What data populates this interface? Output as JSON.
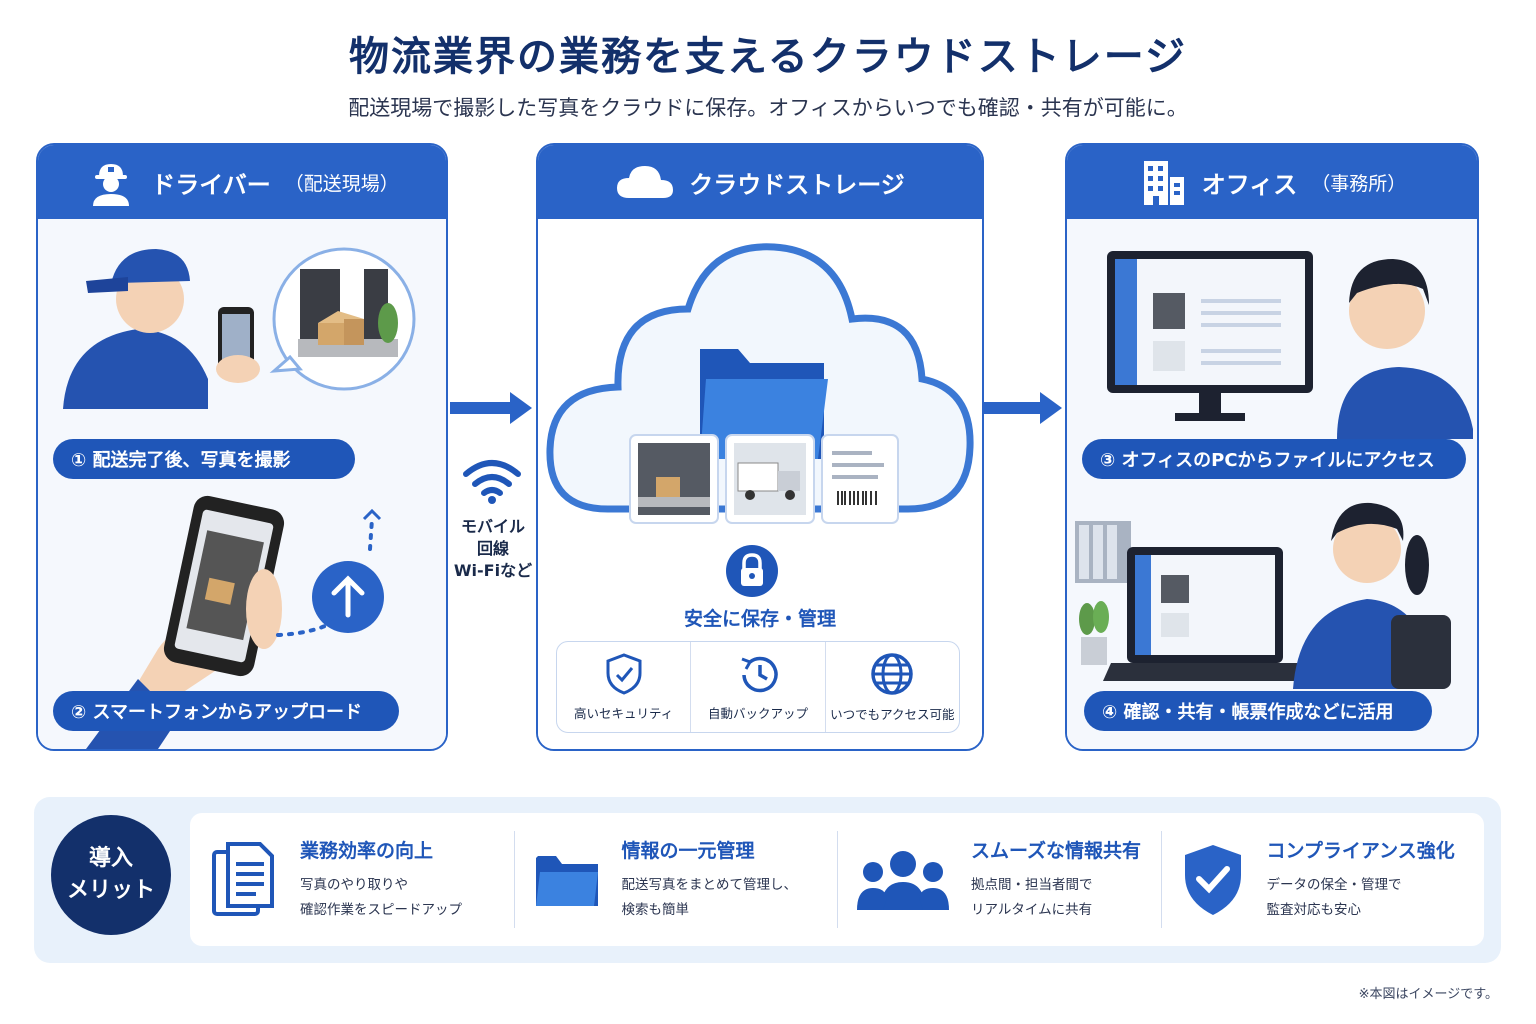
{
  "title": "物流業界の業務を支えるクラウドストレージ",
  "subtitle": "配送現場で撮影した写真をクラウドに保存。オフィスからいつでも確認・共有が可能に。",
  "panels": {
    "driver": {
      "title": "ドライバー",
      "title_sub": "（配送現場）",
      "steps": [
        "① 配送完了後、写真を撮影",
        "② スマートフォンからアップロード"
      ]
    },
    "cloud": {
      "title": "クラウドストレージ",
      "secure_label": "安全に保存・管理",
      "features": [
        "高いセキュリティ",
        "自動バックアップ",
        "いつでもアクセス可能"
      ]
    },
    "office": {
      "title": "オフィス",
      "title_sub": "（事務所）",
      "steps": [
        "③ オフィスのPCからファイルにアクセス",
        "④ 確認・共有・帳票作成などに活用"
      ]
    }
  },
  "connection": {
    "line1": "モバイル",
    "line2": "回線",
    "line3": "Wi-Fiなど"
  },
  "merits": {
    "badge_line1": "導入",
    "badge_line2": "メリット",
    "items": [
      {
        "icon": "document-icon",
        "title": "業務効率の向上",
        "desc1": "写真のやり取りや",
        "desc2": "確認作業をスピードアップ"
      },
      {
        "icon": "folder-icon",
        "title": "情報の一元管理",
        "desc1": "配送写真をまとめて管理し、",
        "desc2": "検索も簡単"
      },
      {
        "icon": "users-icon",
        "title": "スムーズな情報共有",
        "desc1": "拠点間・担当者間で",
        "desc2": "リアルタイムに共有"
      },
      {
        "icon": "shield-check-icon",
        "title": "コンプライアンス強化",
        "desc1": "データの保全・管理で",
        "desc2": "監査対応も安心"
      }
    ]
  },
  "footnote": "※本図はイメージです。",
  "colors": {
    "primary": "#2a63c7",
    "dark": "#13306b",
    "accent_bg": "#e8f1fb"
  }
}
